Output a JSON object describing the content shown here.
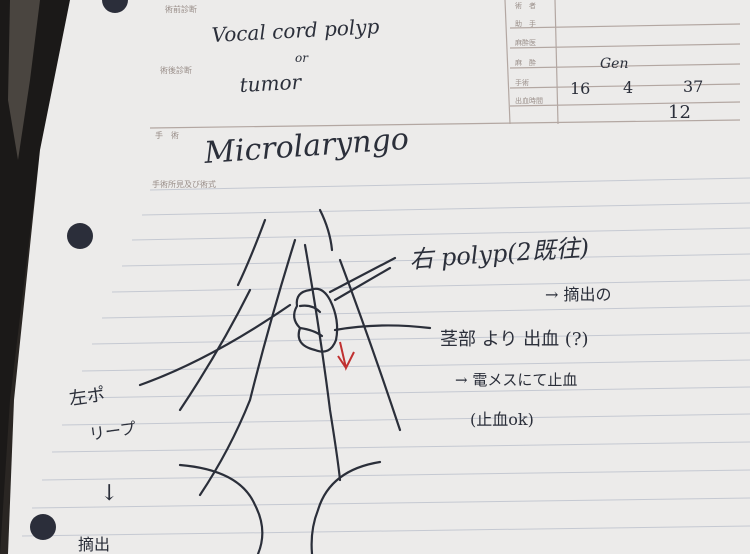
{
  "form": {
    "upper_label_1": "術前診断",
    "upper_label_2": "術後診断",
    "procedure_label": "手　術",
    "findings_label": "手術所見及び術式",
    "right_labels": [
      "術　者",
      "助　手",
      "麻酔医",
      "麻　酔",
      "手術",
      "出血時間"
    ]
  },
  "handwriting": {
    "diagnosis_line1": "Vocal cord polyp",
    "diagnosis_line2": "or",
    "diagnosis_line3": "tumor",
    "anesthesia": "Gen",
    "time_values": [
      "16",
      "4",
      "37"
    ],
    "bleed_value": "12",
    "procedure": "Microlaryngo",
    "polyp_note": "右 polyp(2既往)",
    "polyp_sub": "→ 摘出の",
    "stalk_note": "茎部 より 出血 (?)",
    "stalk_sub": "→ 電メスにて止血",
    "stalk_sub2": "(止血ok)",
    "left_note_1": "左ポ",
    "left_note_2": "リープ",
    "left_arrow": "↓",
    "bottom_note": "摘出"
  },
  "colors": {
    "paper": "#eeeeee",
    "ink": "#2b2f3a",
    "red_ink": "#c03030",
    "binder": "#1e1b1a"
  }
}
